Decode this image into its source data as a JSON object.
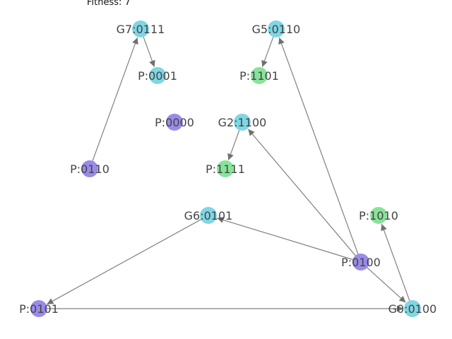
{
  "header": {
    "fitness_text": "Fitness: 7"
  },
  "colors": {
    "gate": "#7fd6e4",
    "pattern_input": "#9a8be8",
    "pattern_output": "#88e39a",
    "edge": "#808080",
    "label": "#444444"
  },
  "nodes": [
    {
      "id": "G7",
      "label": "G7:0111",
      "kind": "gate"
    },
    {
      "id": "G5",
      "label": "G5:0110",
      "kind": "gate"
    },
    {
      "id": "P0001",
      "label": "P:0001",
      "kind": "gate"
    },
    {
      "id": "P1101",
      "label": "P:1101",
      "kind": "pattern_output"
    },
    {
      "id": "P0000",
      "label": "P:0000",
      "kind": "pattern_input"
    },
    {
      "id": "G2",
      "label": "G2:1100",
      "kind": "gate"
    },
    {
      "id": "P0110",
      "label": "P:0110",
      "kind": "pattern_input"
    },
    {
      "id": "P1111",
      "label": "P:1111",
      "kind": "pattern_output"
    },
    {
      "id": "G6",
      "label": "G6:0101",
      "kind": "gate"
    },
    {
      "id": "P1010",
      "label": "P:1010",
      "kind": "pattern_output"
    },
    {
      "id": "P0100",
      "label": "P:0100",
      "kind": "pattern_input"
    },
    {
      "id": "P0101",
      "label": "P:0101",
      "kind": "pattern_input"
    },
    {
      "id": "G0",
      "label": "G0:0100",
      "kind": "gate"
    }
  ],
  "edges": [
    {
      "from": "P0110",
      "to": "G7"
    },
    {
      "from": "G7",
      "to": "P0001"
    },
    {
      "from": "G5",
      "to": "P1101"
    },
    {
      "from": "G2",
      "to": "P1111"
    },
    {
      "from": "P0100",
      "to": "G5"
    },
    {
      "from": "P0100",
      "to": "G2"
    },
    {
      "from": "P0100",
      "to": "G6"
    },
    {
      "from": "P0100",
      "to": "G0"
    },
    {
      "from": "G6",
      "to": "P0101"
    },
    {
      "from": "P0101",
      "to": "G0"
    },
    {
      "from": "G0",
      "to": "P1010"
    }
  ]
}
